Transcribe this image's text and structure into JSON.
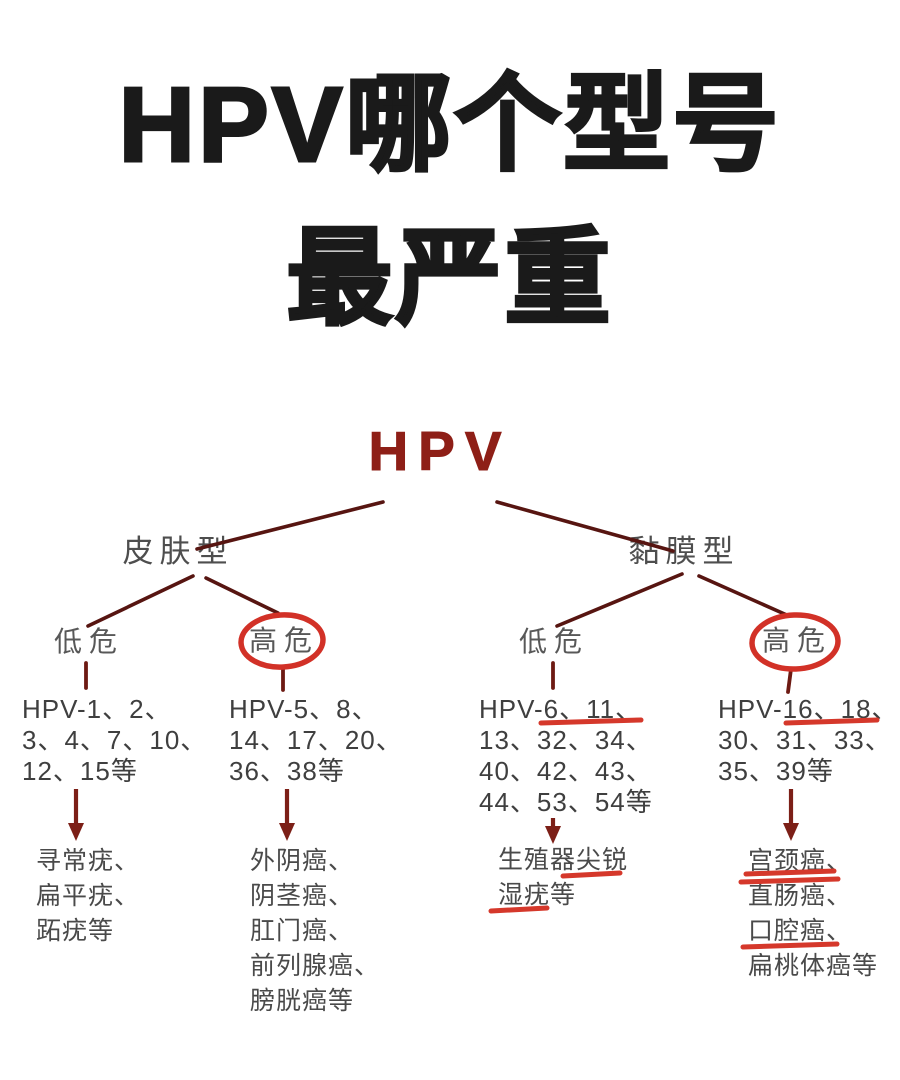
{
  "title": {
    "line1": "HPV哪个型号",
    "line2": "最严重"
  },
  "tree": {
    "root_label": "HPV",
    "branches": [
      {
        "label": "皮肤型",
        "children": [
          {
            "risk_label": "低危",
            "circled": false,
            "type_lines": [
              "HPV-1、2、",
              "3、4、7、10、",
              "12、15等"
            ],
            "outcome_lines": [
              "寻常疣、",
              "扁平疣、",
              "跖疣等"
            ],
            "underlined_types": [],
            "underlined_outcomes": []
          },
          {
            "risk_label": "高危",
            "circled": true,
            "type_lines": [
              "HPV-5、8、",
              "14、17、20、",
              "36、38等"
            ],
            "outcome_lines": [
              "外阴癌、",
              "阴茎癌、",
              "肛门癌、",
              "前列腺癌、",
              "膀胱癌等"
            ],
            "underlined_types": [],
            "underlined_outcomes": []
          }
        ]
      },
      {
        "label": "黏膜型",
        "children": [
          {
            "risk_label": "低危",
            "circled": false,
            "type_lines": [
              "HPV-6、11、",
              "13、32、34、",
              "40、42、43、",
              "44、53、54等"
            ],
            "outcome_lines": [
              "生殖器尖锐",
              "湿疣等"
            ],
            "underlined_types": [
              "6、11"
            ],
            "underlined_outcomes": [
              "尖锐",
              "湿疣"
            ]
          },
          {
            "risk_label": "高危",
            "circled": true,
            "type_lines": [
              "HPV-16、18、",
              "30、31、33、",
              "35、39等"
            ],
            "outcome_lines": [
              "宫颈癌、",
              "直肠癌、",
              "口腔癌、",
              "扁桃体癌等"
            ],
            "underlined_types": [
              "16、18"
            ],
            "underlined_outcomes": [
              "宫颈癌 (double underline)",
              "口腔癌"
            ]
          }
        ]
      }
    ]
  },
  "colors": {
    "background": "#ffffff",
    "title_black": "#1a1a1a",
    "root_red": "#8e1f17",
    "connector_maroon": "#571511",
    "arrow_maroon": "#7c1f17",
    "highlight_red": "#d5382b",
    "label_gray": "#4e4e4e",
    "list_gray": "#3f3f3f"
  }
}
